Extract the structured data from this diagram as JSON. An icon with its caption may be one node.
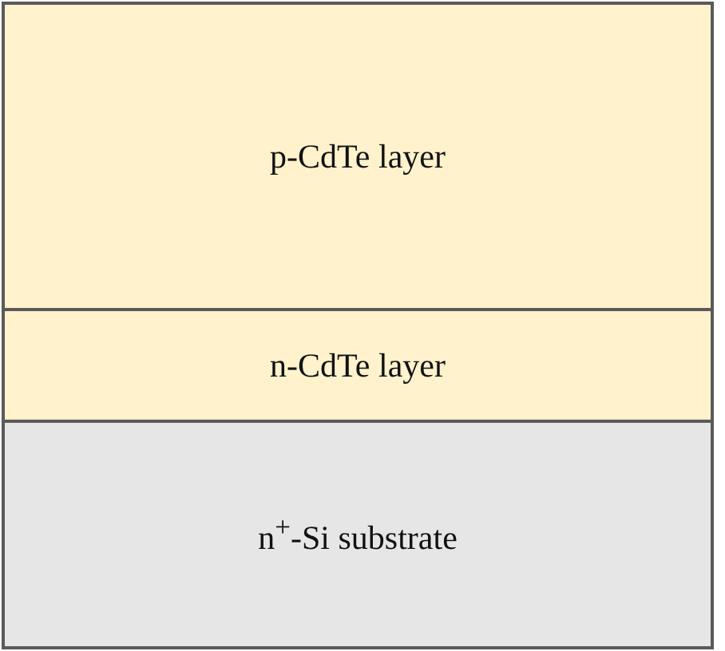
{
  "diagram": {
    "nodes": [
      {
        "text": [
          "p-CdTe layer"
        ]
      },
      {
        "text": [
          "n-CdTe layer"
        ]
      },
      {
        "text": [
          "n$^{+}$-Si substrate"
        ]
      }
    ]
  }
}
